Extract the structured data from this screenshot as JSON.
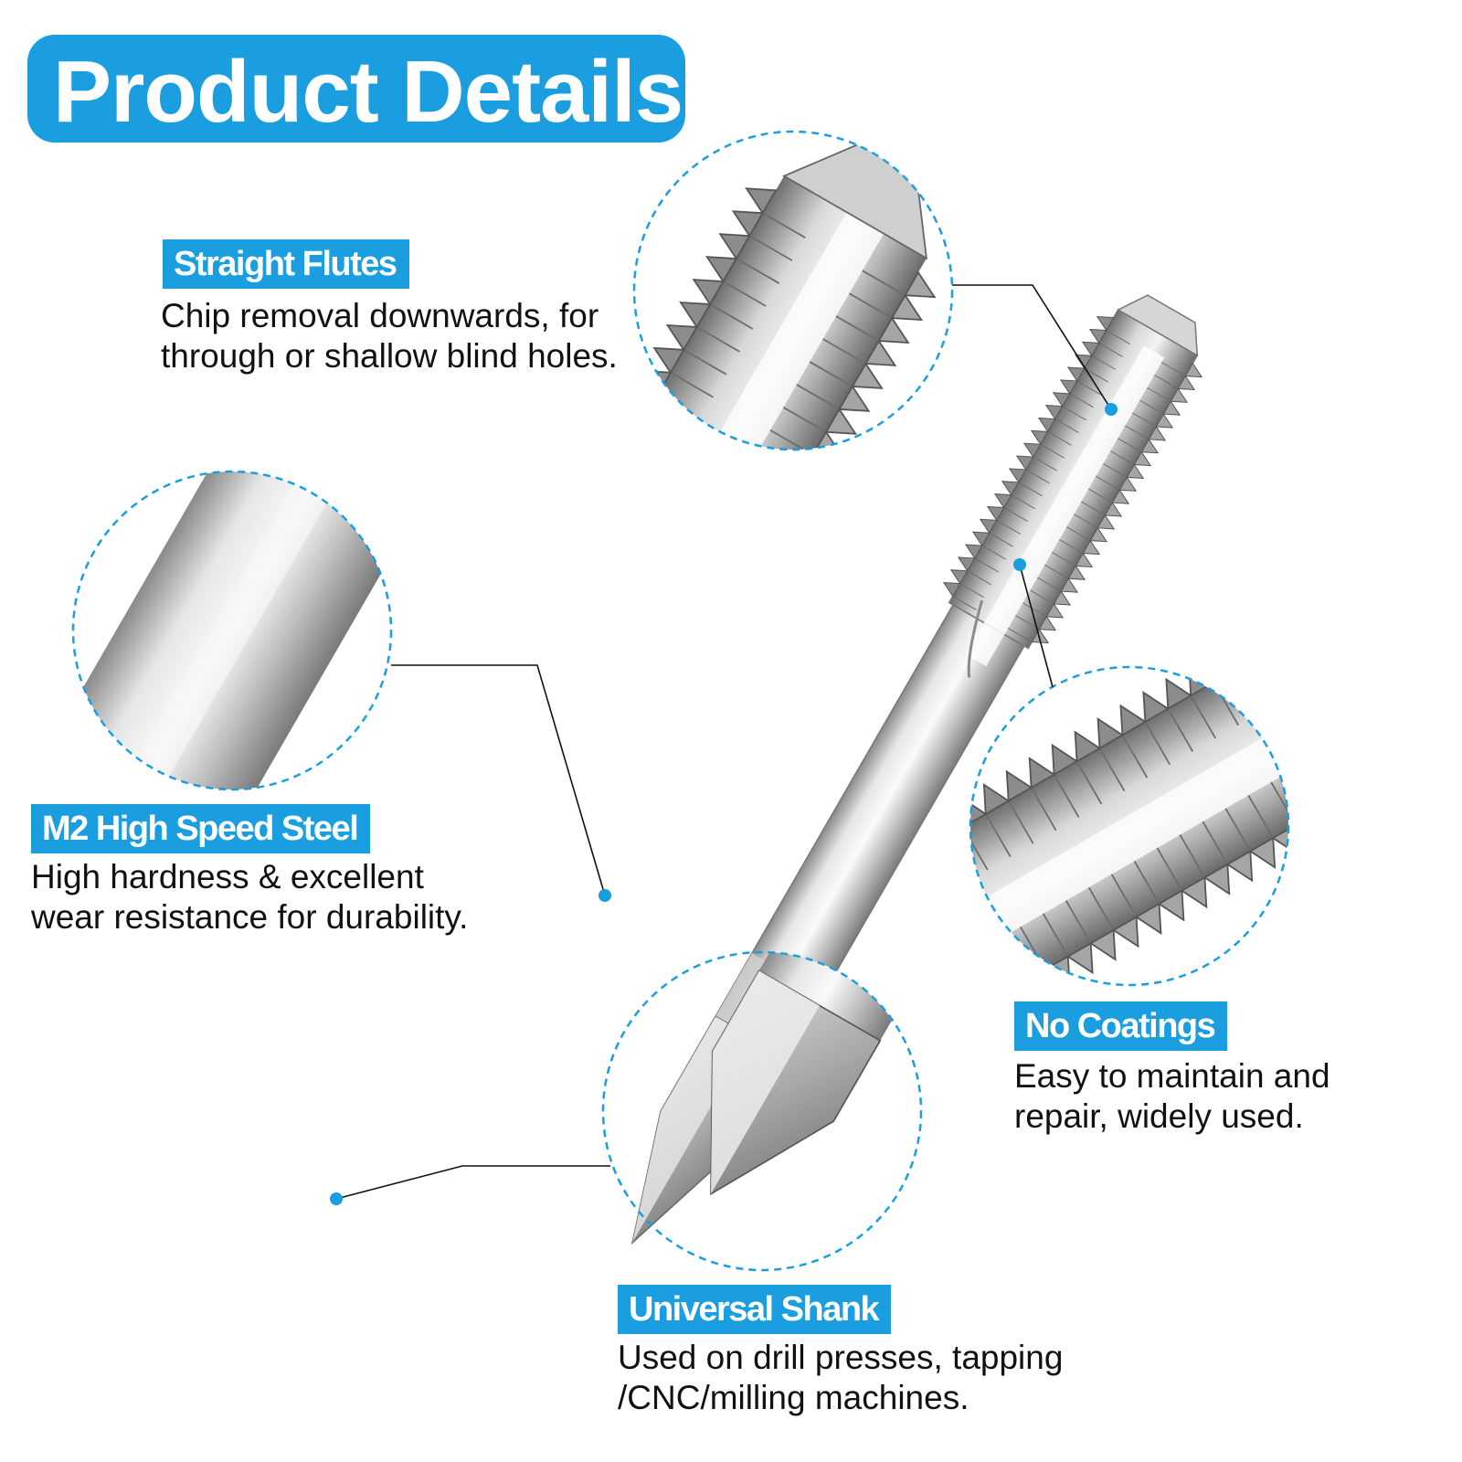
{
  "title": "Product Details",
  "colors": {
    "accent": "#1a9ee0",
    "text": "#111111",
    "steel": "#c9c9c9"
  },
  "features": [
    {
      "label": "Straight Flutes",
      "lines": [
        "Chip removal downwards, for",
        "through or shallow blind holes."
      ]
    },
    {
      "label": "M2 High Speed Steel",
      "lines": [
        "High hardness & excellent",
        "wear resistance for durability."
      ]
    },
    {
      "label": "No Coatings",
      "lines": [
        "Easy to maintain and",
        "repair, widely used."
      ]
    },
    {
      "label": "Universal Shank",
      "lines": [
        "Used on drill presses, tapping",
        "/CNC/milling machines."
      ]
    }
  ]
}
